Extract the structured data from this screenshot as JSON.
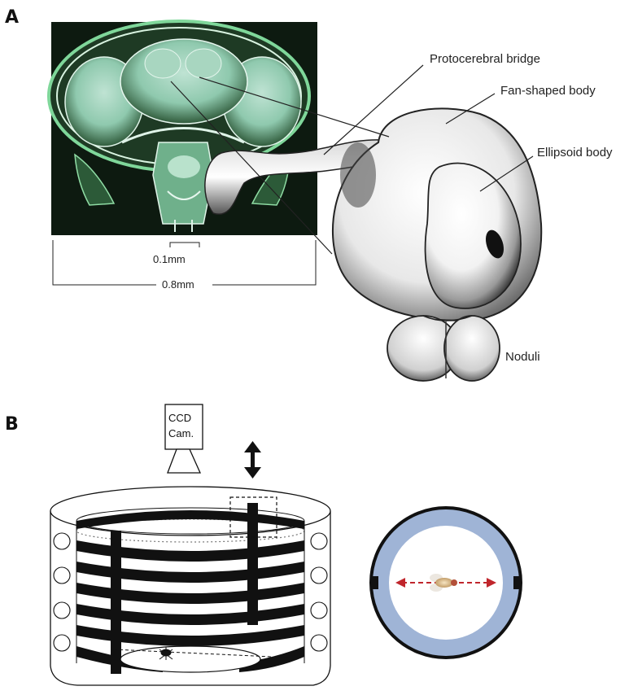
{
  "panel_a": {
    "letter": "A",
    "labels": {
      "protocerebral_bridge": "Protocerebral bridge",
      "fan_shaped_body": "Fan-shaped body",
      "ellipsoid_body": "Ellipsoid body",
      "noduli": "Noduli"
    },
    "scale_small": "0.1mm",
    "scale_large": "0.8mm"
  },
  "panel_b": {
    "letter": "B",
    "camera_line1": "CCD",
    "camera_line2": "Cam.",
    "colors": {
      "arena_ring": "#9fb4d6",
      "arrow": "#c0262c",
      "stripes": "#111111"
    }
  }
}
